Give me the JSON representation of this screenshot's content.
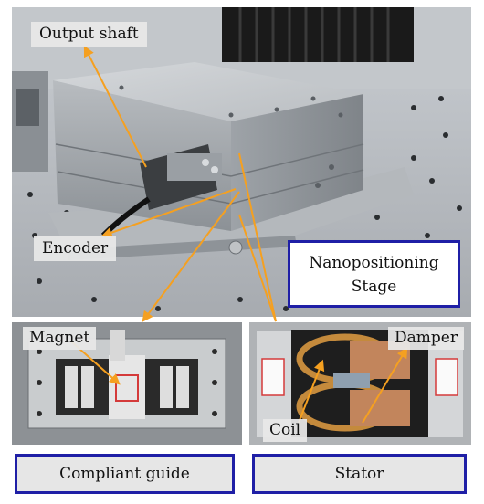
{
  "labels": {
    "output_shaft": "Output shaft",
    "encoder": "Encoder",
    "magnet": "Magnet",
    "damper": "Damper",
    "coil": "Coil"
  },
  "boxes": {
    "nanopositioning_line1": "Nanopositioning",
    "nanopositioning_line2": "Stage",
    "compliant_guide": "Compliant guide",
    "stator": "Stator"
  },
  "colors": {
    "arrow": "#f5a020",
    "box_border": "#1f1fa6",
    "label_background": "#e8e8e8"
  }
}
